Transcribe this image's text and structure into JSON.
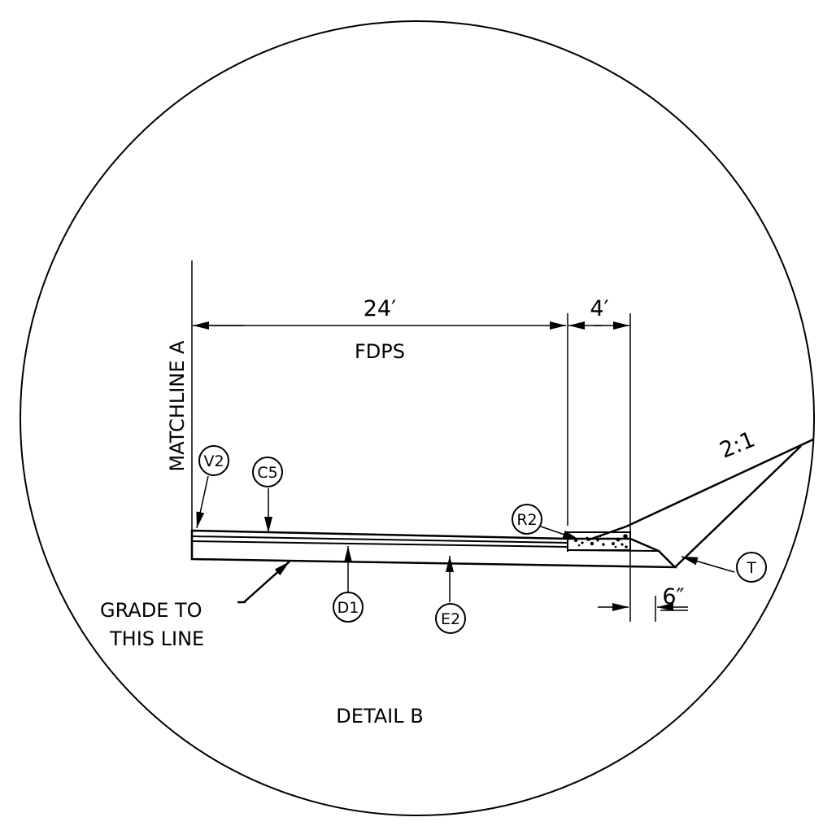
{
  "dimensions": {
    "main_width": "24′",
    "shoulder_width": "4′",
    "toe_offset": "6″"
  },
  "labels": {
    "fdps": "FDPS",
    "matchline": "MATCHLINE A",
    "slope": "2:1",
    "grade_note_line1": "GRADE TO",
    "grade_note_line2": "THIS LINE",
    "detail_title": "DETAIL B"
  },
  "callouts": {
    "v2": "V2",
    "c5": "C5",
    "r2": "R2",
    "d1": "D1",
    "e2": "E2",
    "t": "T"
  },
  "colors": {
    "ink": "#000000",
    "paper": "#ffffff"
  }
}
